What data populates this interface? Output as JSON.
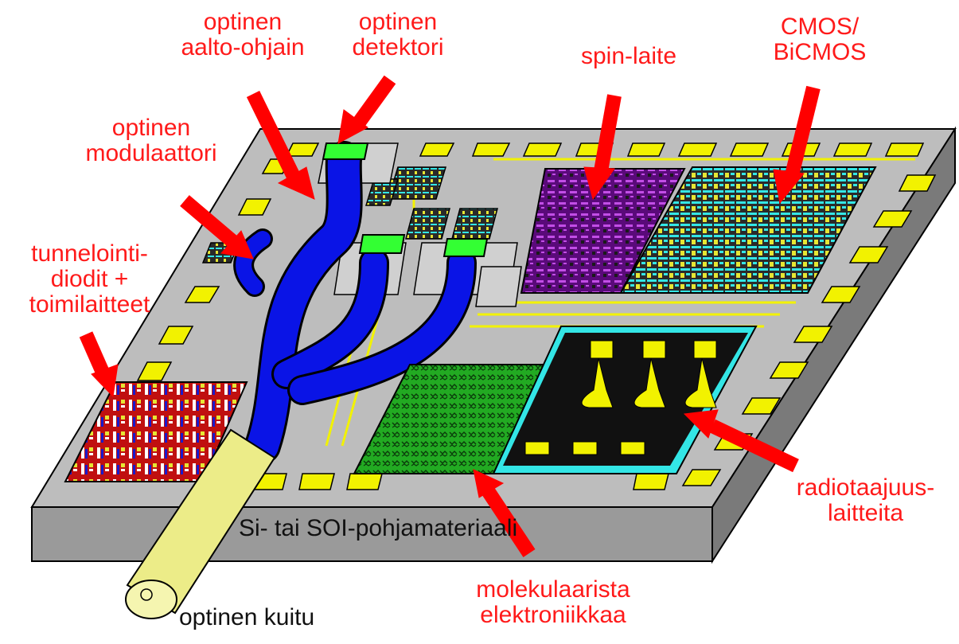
{
  "labels": {
    "optical_waveguide": [
      "optinen",
      "aalto-ohjain"
    ],
    "optical_detector": [
      "optinen",
      "detektori"
    ],
    "spin_device": [
      "spin-laite"
    ],
    "cmos": [
      "CMOS/",
      "BiCMOS"
    ],
    "optical_modulator": [
      "optinen",
      "modulaattori"
    ],
    "tunneling": [
      "tunnelointi-",
      "diodit +",
      "toimilaitteet"
    ],
    "rf_devices": [
      "radiotaajuus-",
      "laitteita"
    ],
    "molecular": [
      "molekulaarista",
      "elektroniikkaa"
    ],
    "substrate": "Si- tai SOI-pohjamateriaali",
    "fiber": "optinen kuitu"
  },
  "colors": {
    "label_red": "#ff1a1a",
    "arrow_red": "#ff0000",
    "substrate_gray": "#bdbdbd",
    "pad_yellow": "#f2f200",
    "waveguide_blue": "#0a14e6",
    "detector_green": "#33ff33",
    "cmos_cyan": "#33e6e6",
    "spin_purple": "#8a1aa6",
    "molecular_green": "#22aa22",
    "tunnel_red": "#cc1010",
    "fiber_yellow": "#ecec88"
  }
}
